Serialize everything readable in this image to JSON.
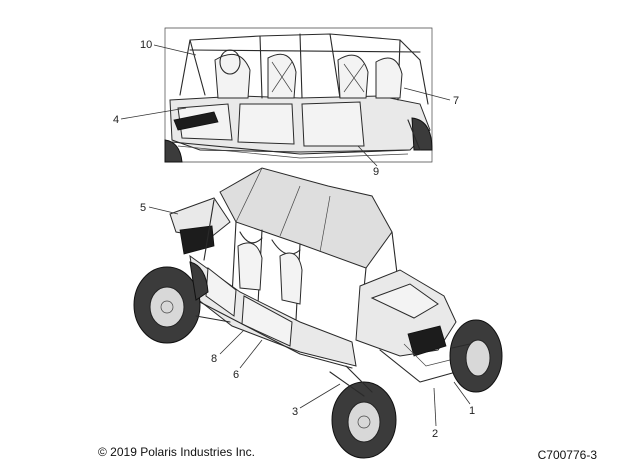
{
  "callouts": {
    "c1": "1",
    "c2": "2",
    "c3": "3",
    "c4": "4",
    "c5": "5",
    "c6": "6",
    "c7": "7",
    "c8": "8",
    "c9": "9",
    "c10": "10"
  },
  "footer": {
    "copyright": "© 2019 Polaris Industries Inc.",
    "figure_id": "C700776-3"
  }
}
